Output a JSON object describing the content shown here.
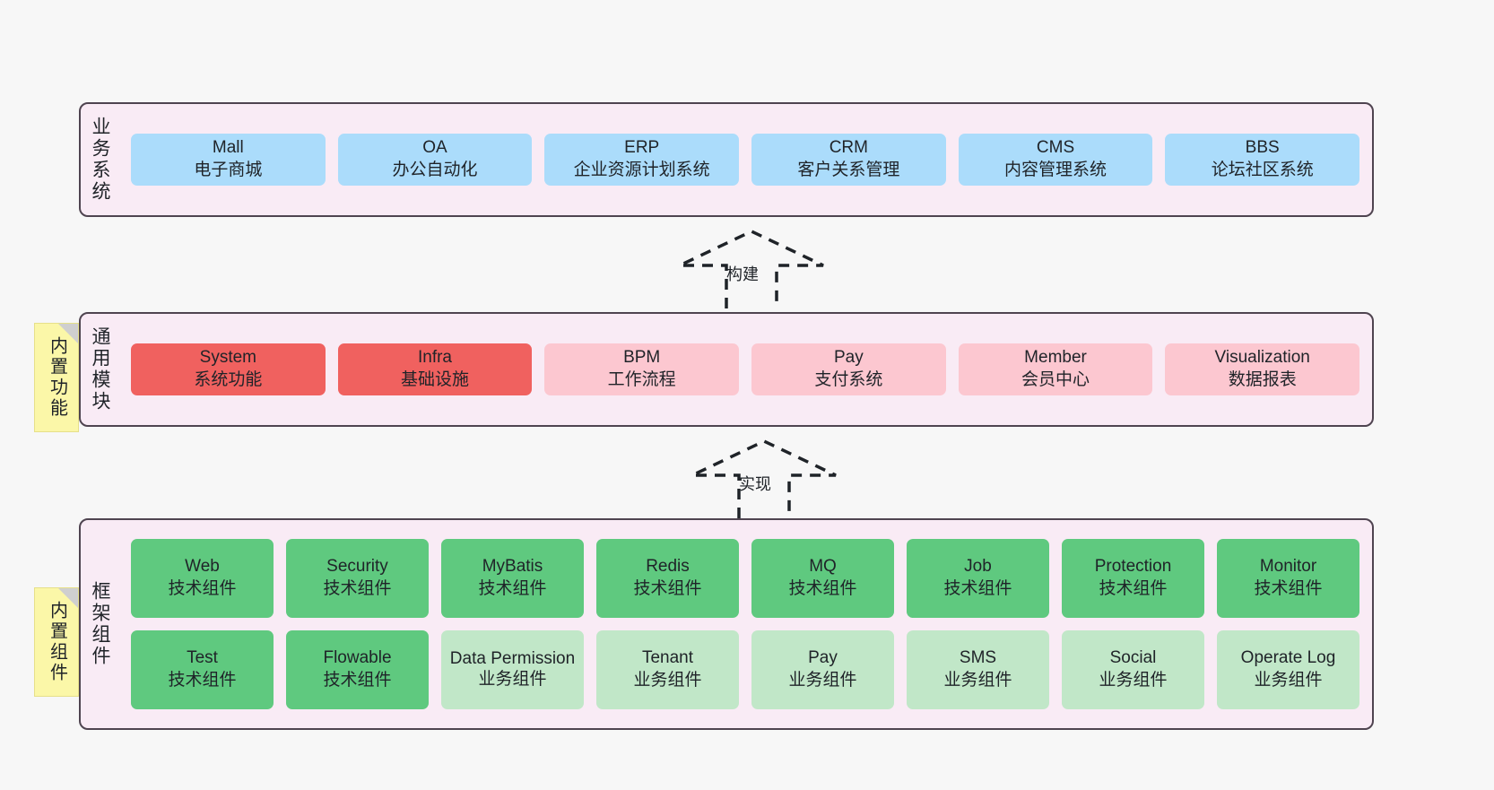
{
  "diagram": {
    "background_color": "#f7f7f7",
    "section_fill": "#f9ebf5",
    "section_border": "#4f4450",
    "note_color": "#fbf7a8"
  },
  "sections": [
    {
      "label": "业务系统",
      "rows": [
        {
          "style": "blue",
          "cards": [
            {
              "title": "Mall",
              "subtitle": "电子商城"
            },
            {
              "title": "OA",
              "subtitle": "办公自动化"
            },
            {
              "title": "ERP",
              "subtitle": "企业资源计划系统"
            },
            {
              "title": "CRM",
              "subtitle": "客户关系管理"
            },
            {
              "title": "CMS",
              "subtitle": "内容管理系统"
            },
            {
              "title": "BBS",
              "subtitle": "论坛社区系统"
            }
          ]
        }
      ]
    },
    {
      "label": "通用模块",
      "note": "内置功能",
      "rows": [
        {
          "cards": [
            {
              "title": "System",
              "subtitle": "系统功能",
              "style": "red"
            },
            {
              "title": "Infra",
              "subtitle": "基础设施",
              "style": "red"
            },
            {
              "title": "BPM",
              "subtitle": "工作流程",
              "style": "pinkl"
            },
            {
              "title": "Pay",
              "subtitle": "支付系统",
              "style": "pinkl"
            },
            {
              "title": "Member",
              "subtitle": "会员中心",
              "style": "pinkl"
            },
            {
              "title": "Visualization",
              "subtitle": "数据报表",
              "style": "pinkl"
            }
          ]
        }
      ]
    },
    {
      "label": "框架组件",
      "note": "内置组件",
      "rows": [
        {
          "cards": [
            {
              "title": "Web",
              "subtitle": "技术组件",
              "style": "green"
            },
            {
              "title": "Security",
              "subtitle": "技术组件",
              "style": "green"
            },
            {
              "title": "MyBatis",
              "subtitle": "技术组件",
              "style": "green"
            },
            {
              "title": "Redis",
              "subtitle": "技术组件",
              "style": "green"
            },
            {
              "title": "MQ",
              "subtitle": "技术组件",
              "style": "green"
            },
            {
              "title": "Job",
              "subtitle": "技术组件",
              "style": "green"
            },
            {
              "title": "Protection",
              "subtitle": "技术组件",
              "style": "green"
            },
            {
              "title": "Monitor",
              "subtitle": "技术组件",
              "style": "green"
            }
          ]
        },
        {
          "cards": [
            {
              "title": "Test",
              "subtitle": "技术组件",
              "style": "green"
            },
            {
              "title": "Flowable",
              "subtitle": "技术组件",
              "style": "green"
            },
            {
              "title": "Data Permission",
              "subtitle": "业务组件",
              "style": "greenl"
            },
            {
              "title": "Tenant",
              "subtitle": "业务组件",
              "style": "greenl"
            },
            {
              "title": "Pay",
              "subtitle": "业务组件",
              "style": "greenl"
            },
            {
              "title": "SMS",
              "subtitle": "业务组件",
              "style": "greenl"
            },
            {
              "title": "Social",
              "subtitle": "业务组件",
              "style": "greenl"
            },
            {
              "title": "Operate Log",
              "subtitle": "业务组件",
              "style": "greenl"
            }
          ]
        }
      ]
    }
  ],
  "connectors": [
    {
      "label": "构建"
    },
    {
      "label": "实现"
    }
  ]
}
